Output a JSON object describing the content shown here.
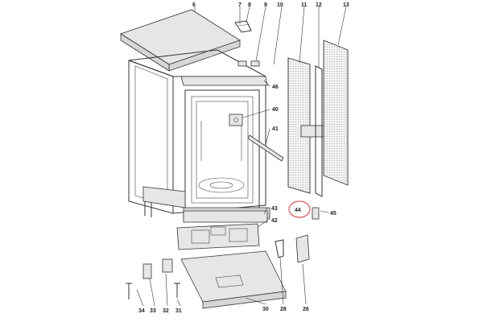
{
  "diagram": {
    "labels": [
      {
        "id": "6",
        "text": "6"
      },
      {
        "id": "7",
        "text": "7"
      },
      {
        "id": "8",
        "text": "8"
      },
      {
        "id": "9",
        "text": "9"
      },
      {
        "id": "10",
        "text": "10"
      },
      {
        "id": "11",
        "text": "11"
      },
      {
        "id": "12",
        "text": "12"
      },
      {
        "id": "13",
        "text": "13"
      },
      {
        "id": "46a",
        "text": "46"
      },
      {
        "id": "40",
        "text": "40"
      },
      {
        "id": "41",
        "text": "41"
      },
      {
        "id": "43",
        "text": "43"
      },
      {
        "id": "42",
        "text": "42"
      },
      {
        "id": "44",
        "text": "44"
      },
      {
        "id": "45",
        "text": "45"
      },
      {
        "id": "34",
        "text": "34"
      },
      {
        "id": "33",
        "text": "33"
      },
      {
        "id": "32",
        "text": "32"
      },
      {
        "id": "31",
        "text": "31"
      },
      {
        "id": "30",
        "text": "30"
      },
      {
        "id": "28",
        "text": "28"
      },
      {
        "id": "26",
        "text": "26"
      }
    ],
    "highlight_color": "#e03030",
    "line_color": "#333333"
  }
}
